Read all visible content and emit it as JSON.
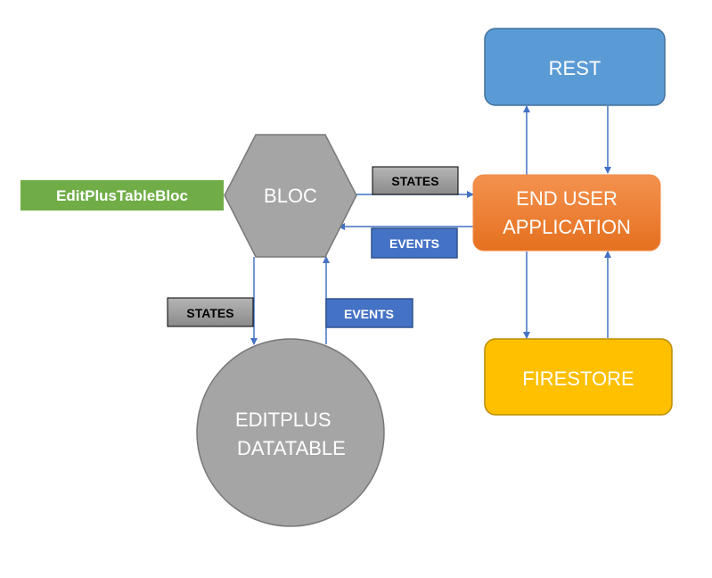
{
  "nodes": {
    "rest": "REST",
    "bloc": "BLOC",
    "end_user_line1": "END USER",
    "end_user_line2": "APPLICATION",
    "firestore": "FIRESTORE",
    "datatable_line1": "EDITPLUS",
    "datatable_line2": "DATATABLE",
    "class_label": "EditPlusTableBloc"
  },
  "tags": {
    "states_top": "STATES",
    "events_top": "EVENTS",
    "states_left": "STATES",
    "events_bottom": "EVENTS"
  },
  "colors": {
    "rest_fill": "#5b9bd5",
    "rest_stroke": "#41719c",
    "end_user_fill": "#ed7d31",
    "firestore_fill": "#ffc000",
    "firestore_stroke": "#bc8c00",
    "gray_fill": "#a5a5a5",
    "gray_stroke": "#787878",
    "green_fill": "#70ad47",
    "blue_tag_fill": "#4472c4",
    "blue_tag_stroke": "#2f528f",
    "arrow": "#4472c4"
  }
}
